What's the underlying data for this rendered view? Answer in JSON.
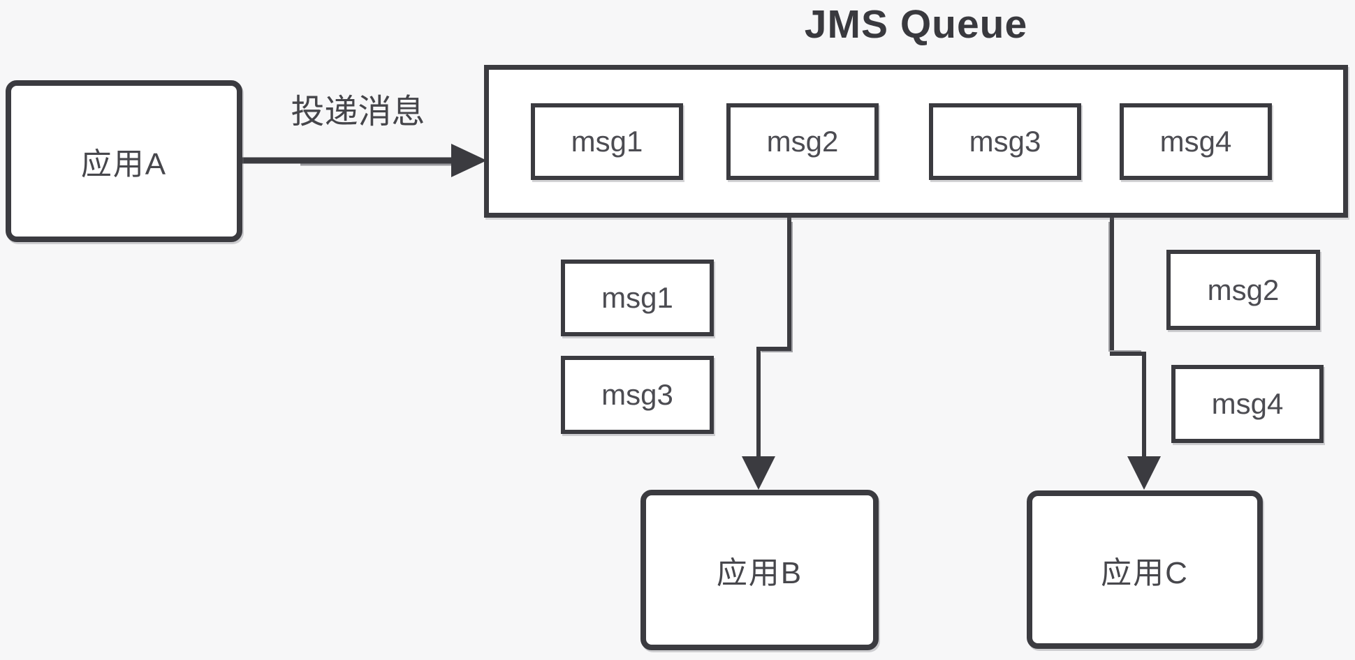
{
  "diagram": {
    "title": "JMS Queue",
    "producer": {
      "label": "应用A"
    },
    "delivery_arrow_label": "投递消息",
    "queue": {
      "messages": [
        "msg1",
        "msg2",
        "msg3",
        "msg4"
      ]
    },
    "consumers": {
      "b": {
        "label": "应用B",
        "received": [
          "msg1",
          "msg3"
        ]
      },
      "c": {
        "label": "应用C",
        "received": [
          "msg2",
          "msg4"
        ]
      }
    },
    "colors": {
      "stroke": "#3b3b40",
      "box_fill": "#ffffff",
      "background": "#f7f7f8",
      "text": "#47474c"
    }
  }
}
